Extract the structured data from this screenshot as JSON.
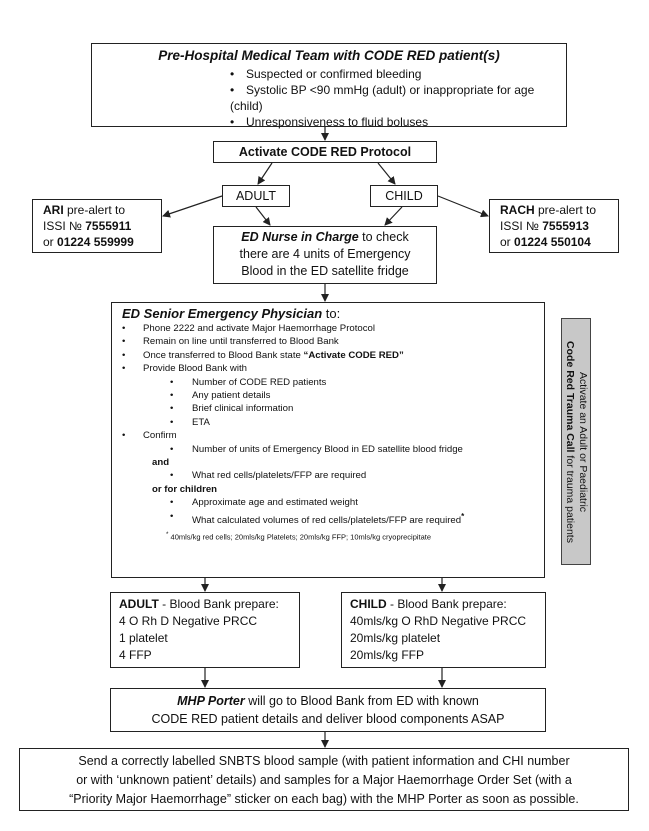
{
  "top": {
    "title": "Pre-Hospital Medical Team with CODE RED patient(s)",
    "bullets": [
      "Suspected or confirmed bleeding",
      "Systolic BP <90 mmHg (adult) or inappropriate for age (child)",
      "Unresponsiveness to fluid boluses"
    ]
  },
  "activate": "Activate CODE RED Protocol",
  "adult": "ADULT",
  "child": "CHILD",
  "ari": {
    "name": "ARI",
    "line1_rest": " pre-alert to",
    "line2_prefix": "ISSI № ",
    "number": "7555911",
    "line3_prefix": "or ",
    "phone": "01224 559999"
  },
  "rach": {
    "name": "RACH",
    "line1_rest": " pre-alert to",
    "line2_prefix": "ISSI № ",
    "number": "7555913",
    "line3_prefix": "or ",
    "phone": "01224 550104"
  },
  "nurse": {
    "title": "ED Nurse in Charge",
    "rest1": " to check",
    "line2": "there are 4 units of Emergency",
    "line3": "Blood in the ED satellite fridge"
  },
  "physician": {
    "title": "ED Senior Emergency Physician",
    "title_suffix": " to:",
    "step1": "Phone 2222 and activate Major Haemorrhage Protocol",
    "step2": "Remain on line until transferred to Blood Bank",
    "step3_prefix": "Once transferred to Blood Bank state ",
    "step3_bold": "“Activate CODE RED”",
    "step4": "Provide Blood Bank with",
    "step4_items": [
      "Number of CODE RED patients",
      "Any patient details",
      "Brief clinical information",
      "ETA"
    ],
    "step5": "Confirm",
    "confirm1": "Number of units of Emergency Blood in ED satellite blood fridge",
    "and": "and",
    "confirm2": "What red cells/platelets/FFP are required",
    "or_children": "or for children",
    "confirm3": "Approximate age and estimated weight",
    "confirm4": "What calculated volumes of red cells/platelets/FFP are required",
    "asterisk": "*",
    "footnote": "40mls/kg red cells; 20mls/kg Platelets; 20mls/kg FFP; 10mls/kg cryoprecipitate"
  },
  "side": {
    "line1": "Activate an Adult or Paediatric",
    "line2_bold": "Code Red Trauma Call",
    "line2_rest": " for trauma patients"
  },
  "adult_prep": {
    "title": "ADULT",
    "title_rest": " - Blood Bank prepare:",
    "items": [
      "4 O Rh D Negative PRCC",
      "1 platelet",
      "4 FFP"
    ]
  },
  "child_prep": {
    "title": "CHILD",
    "title_rest": " - Blood Bank prepare:",
    "items": [
      "40mls/kg O RhD Negative PRCC",
      "20mls/kg platelet",
      "20mls/kg FFP"
    ]
  },
  "porter": {
    "title": "MHP Porter",
    "rest1": " will go to Blood Bank from ED with known",
    "line2": "CODE RED patient details and deliver blood components ASAP"
  },
  "sample": {
    "line1": "Send a correctly labelled SNBTS blood sample (with patient information and CHI number",
    "line2": "or with ‘unknown patient’ details) and samples for a Major Haemorrhage Order Set (with a",
    "line3": "“Priority Major Haemorrhage” sticker on each bag) with the MHP Porter as soon as possible."
  }
}
